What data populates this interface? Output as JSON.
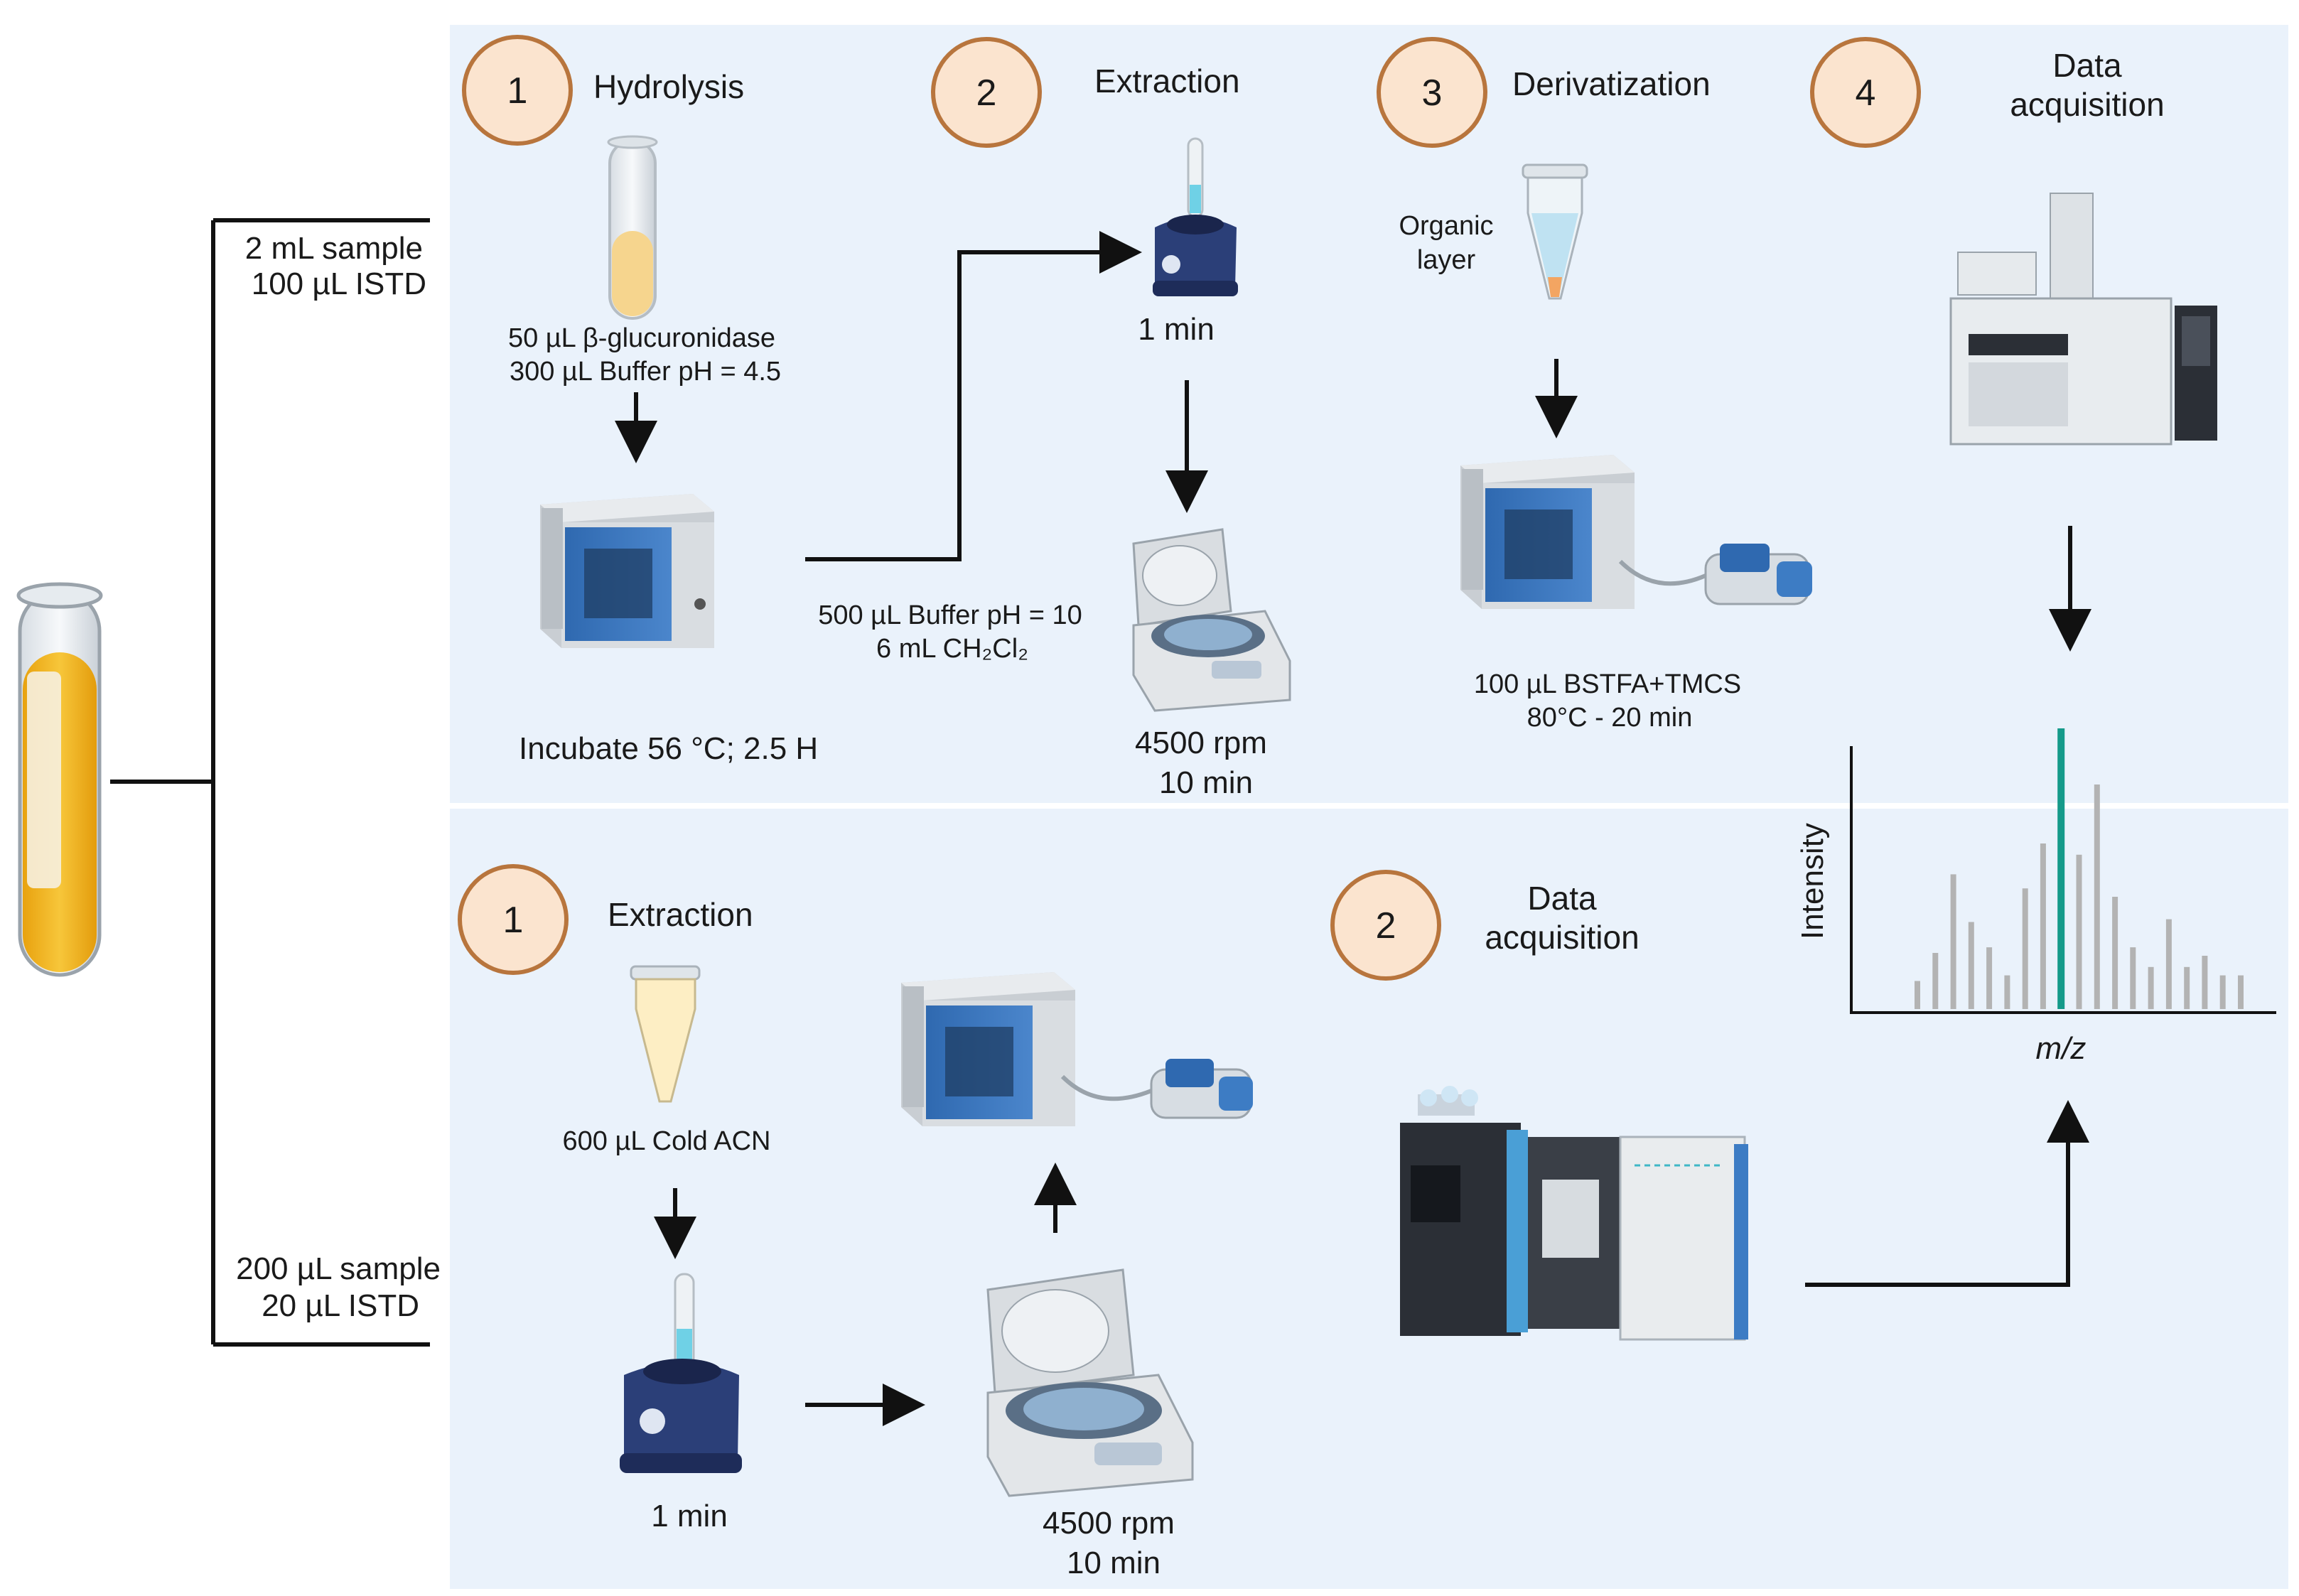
{
  "sample_tube": {
    "icon": "urine-sample-tube-icon"
  },
  "branches": {
    "gc": {
      "sample_lines": [
        "2 mL sample",
        "100  µL ISTD"
      ]
    },
    "lc": {
      "sample_lines": [
        "200 µL  sample",
        "20  µL ISTD"
      ]
    }
  },
  "gc_workflow": {
    "steps": [
      {
        "number": "1",
        "title": "Hydrolysis"
      },
      {
        "number": "2",
        "title": "Extraction"
      },
      {
        "number": "3",
        "title": "Derivatization"
      },
      {
        "number": "4",
        "title_lines": [
          "Data",
          "acquisition"
        ]
      }
    ],
    "hydrolysis": {
      "reagent_lines": [
        "50  µL β-glucuronidase",
        "300  µL Buffer pH = 4.5"
      ],
      "incubate_label": "Incubate 56 °C; 2.5 H"
    },
    "extraction": {
      "buffer_lines": [
        "500  µL Buffer pH = 10",
        "6 mL CH₂Cl₂"
      ],
      "vortex_time": "1 min",
      "centrifuge_lines": [
        "4500 rpm",
        "10 min"
      ]
    },
    "derivatization": {
      "organic_layer_lines": [
        "Organic",
        "layer"
      ],
      "reagent_lines": [
        "100  µL  BSTFA+TMCS",
        "80°C - 20 min"
      ]
    }
  },
  "lc_workflow": {
    "steps": [
      {
        "number": "1",
        "title": "Extraction"
      },
      {
        "number": "2",
        "title_lines": [
          "Data",
          "acquisition"
        ]
      }
    ],
    "extraction": {
      "reagent_label": "600  µL Cold ACN",
      "vortex_time": "1 min",
      "centrifuge_lines": [
        "4500 rpm",
        "10 min"
      ]
    }
  },
  "spectrum": {
    "ylabel": "Intensity",
    "xlabel": "m/z"
  },
  "colors": {
    "panel_bg": "#eaf2fb",
    "step_circle_fill": "#fbe4cf",
    "step_circle_stroke": "#b8753d",
    "highlight_peak": "#159a8a",
    "peak": "#b3b3b3",
    "sample_liquid": "#f2b824"
  },
  "chart_data": {
    "type": "bar",
    "xlabel": "m/z",
    "ylabel": "Intensity",
    "x": [
      1,
      2,
      3,
      4,
      5,
      6,
      7,
      8,
      9,
      10,
      11,
      12,
      13,
      14,
      15,
      16,
      17,
      18,
      19
    ],
    "values": [
      10,
      20,
      48,
      31,
      22,
      12,
      43,
      59,
      100,
      55,
      80,
      40,
      22,
      15,
      32,
      15,
      19,
      12,
      12
    ],
    "highlight_index": 8
  }
}
